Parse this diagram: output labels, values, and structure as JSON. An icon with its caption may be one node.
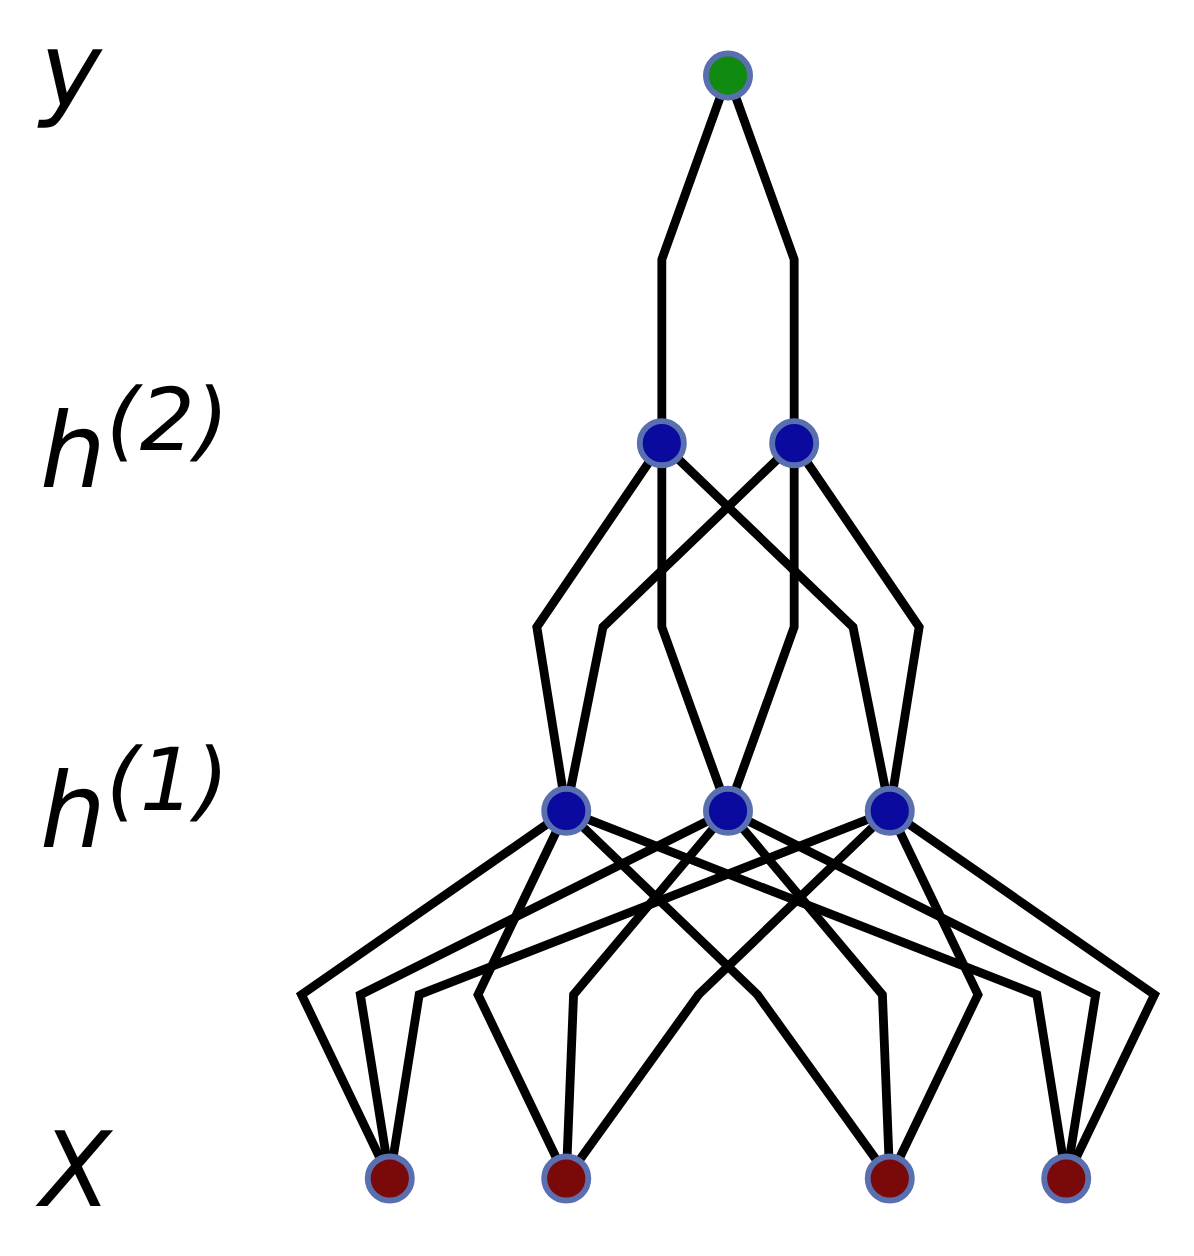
{
  "diagram": {
    "nodes": [
      {
        "text": [],
        "shape": "circle"
      },
      {
        "text": [],
        "shape": "circle"
      },
      {
        "text": [],
        "shape": "circle"
      },
      {
        "text": [],
        "shape": "circle"
      },
      {
        "text": [],
        "shape": "circle"
      },
      {
        "text": [],
        "shape": "circle"
      },
      {
        "text": [],
        "shape": "circle"
      },
      {
        "text": [],
        "shape": "circle"
      },
      {
        "text": [],
        "shape": "circle"
      },
      {
        "text": [],
        "shape": "circle"
      }
    ],
    "edges": [
      {
        "from": 0,
        "to": 1,
        "arrow": "none"
      },
      {
        "from": 0,
        "to": 2,
        "arrow": "none"
      },
      {
        "from": 1,
        "to": 3,
        "arrow": "none"
      },
      {
        "from": 1,
        "to": 4,
        "arrow": "none"
      },
      {
        "from": 1,
        "to": 5,
        "arrow": "none"
      },
      {
        "from": 2,
        "to": 3,
        "arrow": "none"
      },
      {
        "from": 2,
        "to": 4,
        "arrow": "none"
      },
      {
        "from": 2,
        "to": 5,
        "arrow": "none"
      },
      {
        "from": 3,
        "to": 6,
        "arrow": "none"
      },
      {
        "from": 3,
        "to": 7,
        "arrow": "none"
      },
      {
        "from": 3,
        "to": 8,
        "arrow": "none"
      },
      {
        "from": 3,
        "to": 9,
        "arrow": "none"
      },
      {
        "from": 4,
        "to": 6,
        "arrow": "none"
      },
      {
        "from": 4,
        "to": 7,
        "arrow": "none"
      },
      {
        "from": 4,
        "to": 8,
        "arrow": "none"
      },
      {
        "from": 4,
        "to": 9,
        "arrow": "none"
      },
      {
        "from": 5,
        "to": 6,
        "arrow": "none"
      },
      {
        "from": 5,
        "to": 7,
        "arrow": "none"
      },
      {
        "from": 5,
        "to": 8,
        "arrow": "none"
      },
      {
        "from": 5,
        "to": 9,
        "arrow": "none"
      }
    ],
    "labels": [
      "y",
      "h$^{(2)}$",
      "h$^{(1)}$",
      "X"
    ]
  }
}
